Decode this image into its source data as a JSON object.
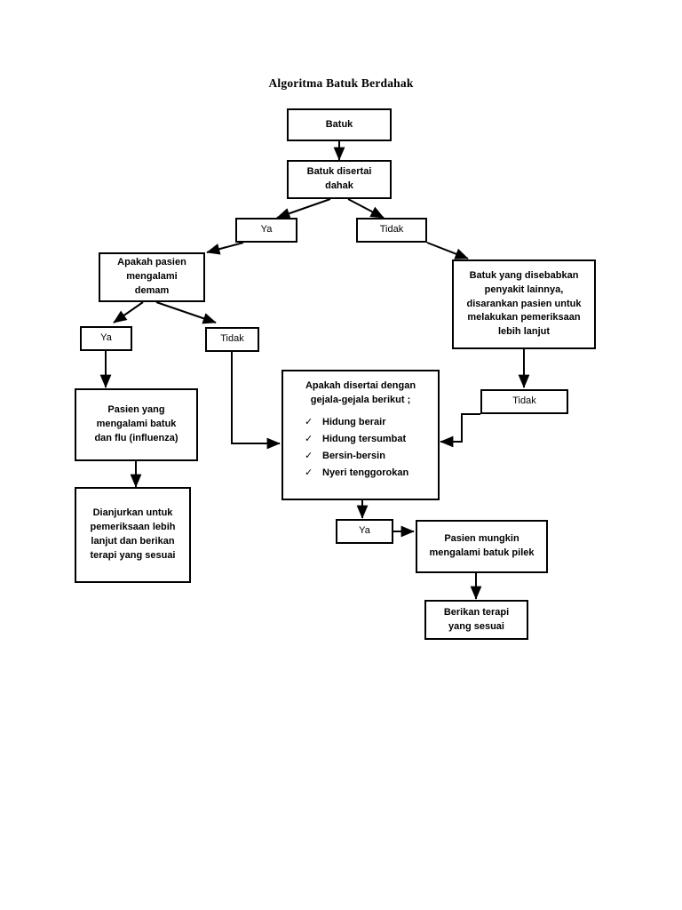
{
  "document": {
    "title": "Algoritma Batuk Berdahak"
  },
  "colors": {
    "stroke": "#000000",
    "background": "#ffffff",
    "text": "#000000"
  },
  "nodes": {
    "start": {
      "text": "Batuk"
    },
    "sputum": {
      "line1": "Batuk disertai",
      "line2": "dahak"
    },
    "sputum_yes": {
      "text": "Ya"
    },
    "sputum_no": {
      "text": "Tidak"
    },
    "fever_question": {
      "line1": "Apakah pasien",
      "line2": "mengalami",
      "line3": "demam"
    },
    "other_disease": {
      "line1": "Batuk yang disebabkan",
      "line2": "penyakit lainnya,",
      "line3": "disarankan pasien untuk",
      "line4": "melakukan pemeriksaan",
      "line5": "lebih lanjut"
    },
    "fever_yes": {
      "text": "Ya"
    },
    "fever_no": {
      "text": "Tidak"
    },
    "other_no": {
      "text": "Tidak"
    },
    "influenza": {
      "line1": "Pasien yang",
      "line2": "mengalami batuk",
      "line3": "dan flu (influenza)"
    },
    "recommend": {
      "line1": "Dianjurkan untuk",
      "line2": "pemeriksaan lebih",
      "line3": "lanjut dan berikan",
      "line4": "terapi yang sesuai"
    },
    "symptoms": {
      "head_line1": "Apakah disertai dengan",
      "head_line2": "gejala-gejala berikut ;",
      "check_glyph": "✓",
      "items": [
        "Hidung berair",
        "Hidung tersumbat",
        "Bersin-bersin",
        "Nyeri tenggorokan"
      ]
    },
    "symptoms_yes": {
      "text": "Ya"
    },
    "common_cold": {
      "line1": "Pasien mungkin",
      "line2": "mengalami batuk pilek"
    },
    "therapy": {
      "line1": "Berikan terapi",
      "line2": "yang sesuai"
    }
  }
}
